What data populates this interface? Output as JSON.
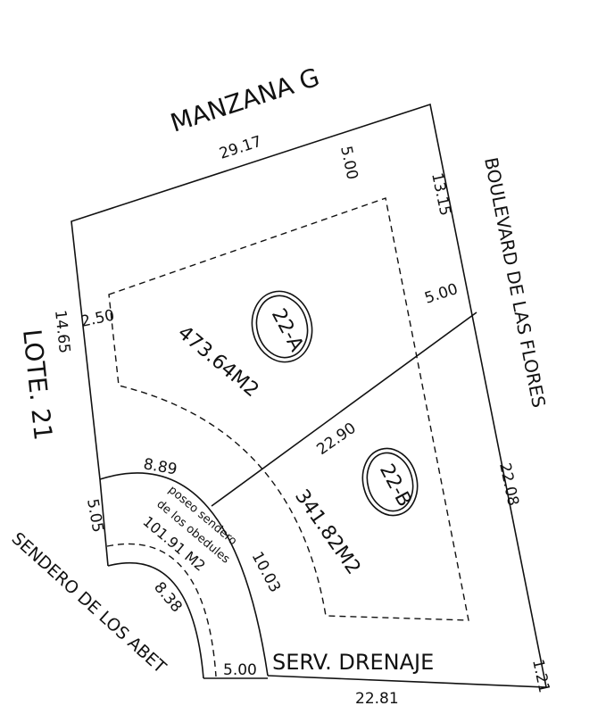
{
  "labels": {
    "manzana": "MANZANA G",
    "boulevard": "BOULEVARD DE LAS FLORES",
    "lote": "LOTE. 21",
    "sendero": "SENDERO DE LOS ABET",
    "serv_drenaje": "SERV. DRENAJE",
    "paseo_line1": "poseo sendero",
    "paseo_line2": "de los obedules",
    "paseo_area": "101.91 M2"
  },
  "lots": [
    {
      "id": "22-A",
      "area": "473.64M2"
    },
    {
      "id": "22-B",
      "area": "341.82M2"
    }
  ],
  "dimensions": {
    "top": "29.17",
    "top_setback": "5.00",
    "right_upper": "13.15",
    "right_setback": "5.00",
    "left": "14.65",
    "left_setback": "2.50",
    "divider": "22.90",
    "right_lower": "22.08",
    "right_bottom": "1.21",
    "bottom": "22.81",
    "bottom_setback": "5.00",
    "outer_arc_top": "8.89",
    "outer_arc": "10.03",
    "inner_arc": "8.38",
    "left_lower": "5.05"
  }
}
